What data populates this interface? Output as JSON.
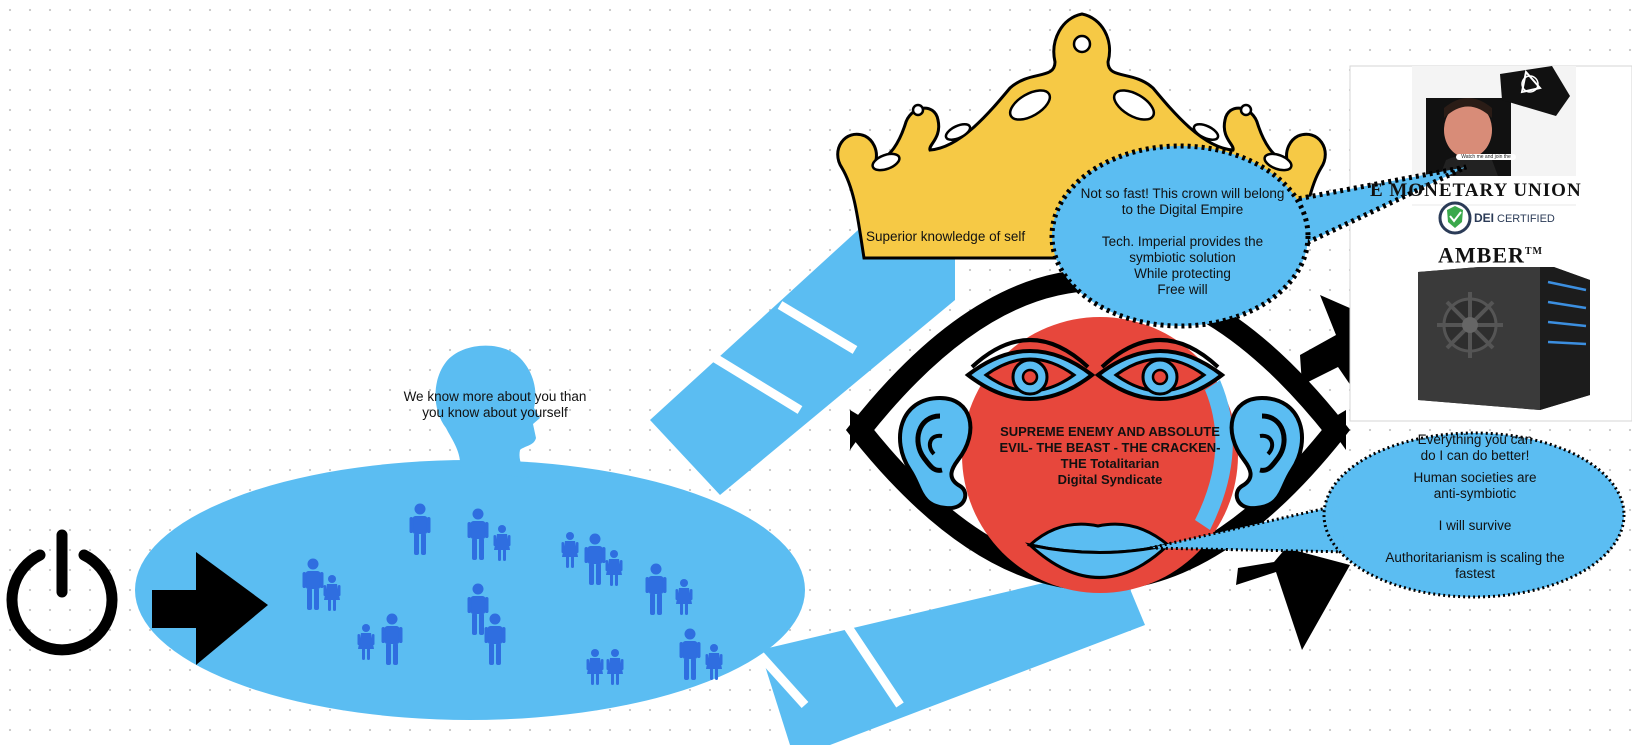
{
  "colors": {
    "light_blue": "#5bbdf2",
    "people_blue": "#2f6ee0",
    "crown_yellow": "#f6c945",
    "face_red": "#e7473c",
    "black": "#000000"
  },
  "icons": {
    "power": "power-icon",
    "person": "person-icon",
    "crown": "crown-icon",
    "eye": "eye-icon",
    "ear": "ear-icon",
    "lips": "lips-icon",
    "safe": "safe-server-icon",
    "flag": "flag-icon",
    "shield": "shield-check-icon"
  },
  "head_text": {
    "line1": "We know more about you than",
    "line2": "you know about yourself"
  },
  "crown_text": "Superior knowledge  of self",
  "bubble_top": {
    "l1": "Not so fast! This crown will belong",
    "l2": "to the Digital Empire",
    "l3": "Tech. Imperial provides the",
    "l4": "symbiotic solution",
    "l5": "While protecting",
    "l6": "Free will"
  },
  "face_text": {
    "l1": "SUPREME ENEMY AND ABSOLUTE",
    "l2": "EVIL- THE BEAST - THE CRACKEN-",
    "l3": "THE Totalitarian",
    "l4": "Digital Syndicate"
  },
  "bubble_right": {
    "l1": "Everything you can",
    "l2": "do I can do better!",
    "l3": "Human societies are",
    "l4": "anti-symbiotic",
    "l5": "I will survive",
    "l6": "Authoritarianism is scaling the",
    "l7": "fastest"
  },
  "panel": {
    "union_label": "E MONETARY UNION",
    "dei_label": "DEI",
    "certified_label": "CERTIFIED",
    "amber_label": "AMBER",
    "tm_label": "TM",
    "photo_caption": "Watch me and join the"
  }
}
